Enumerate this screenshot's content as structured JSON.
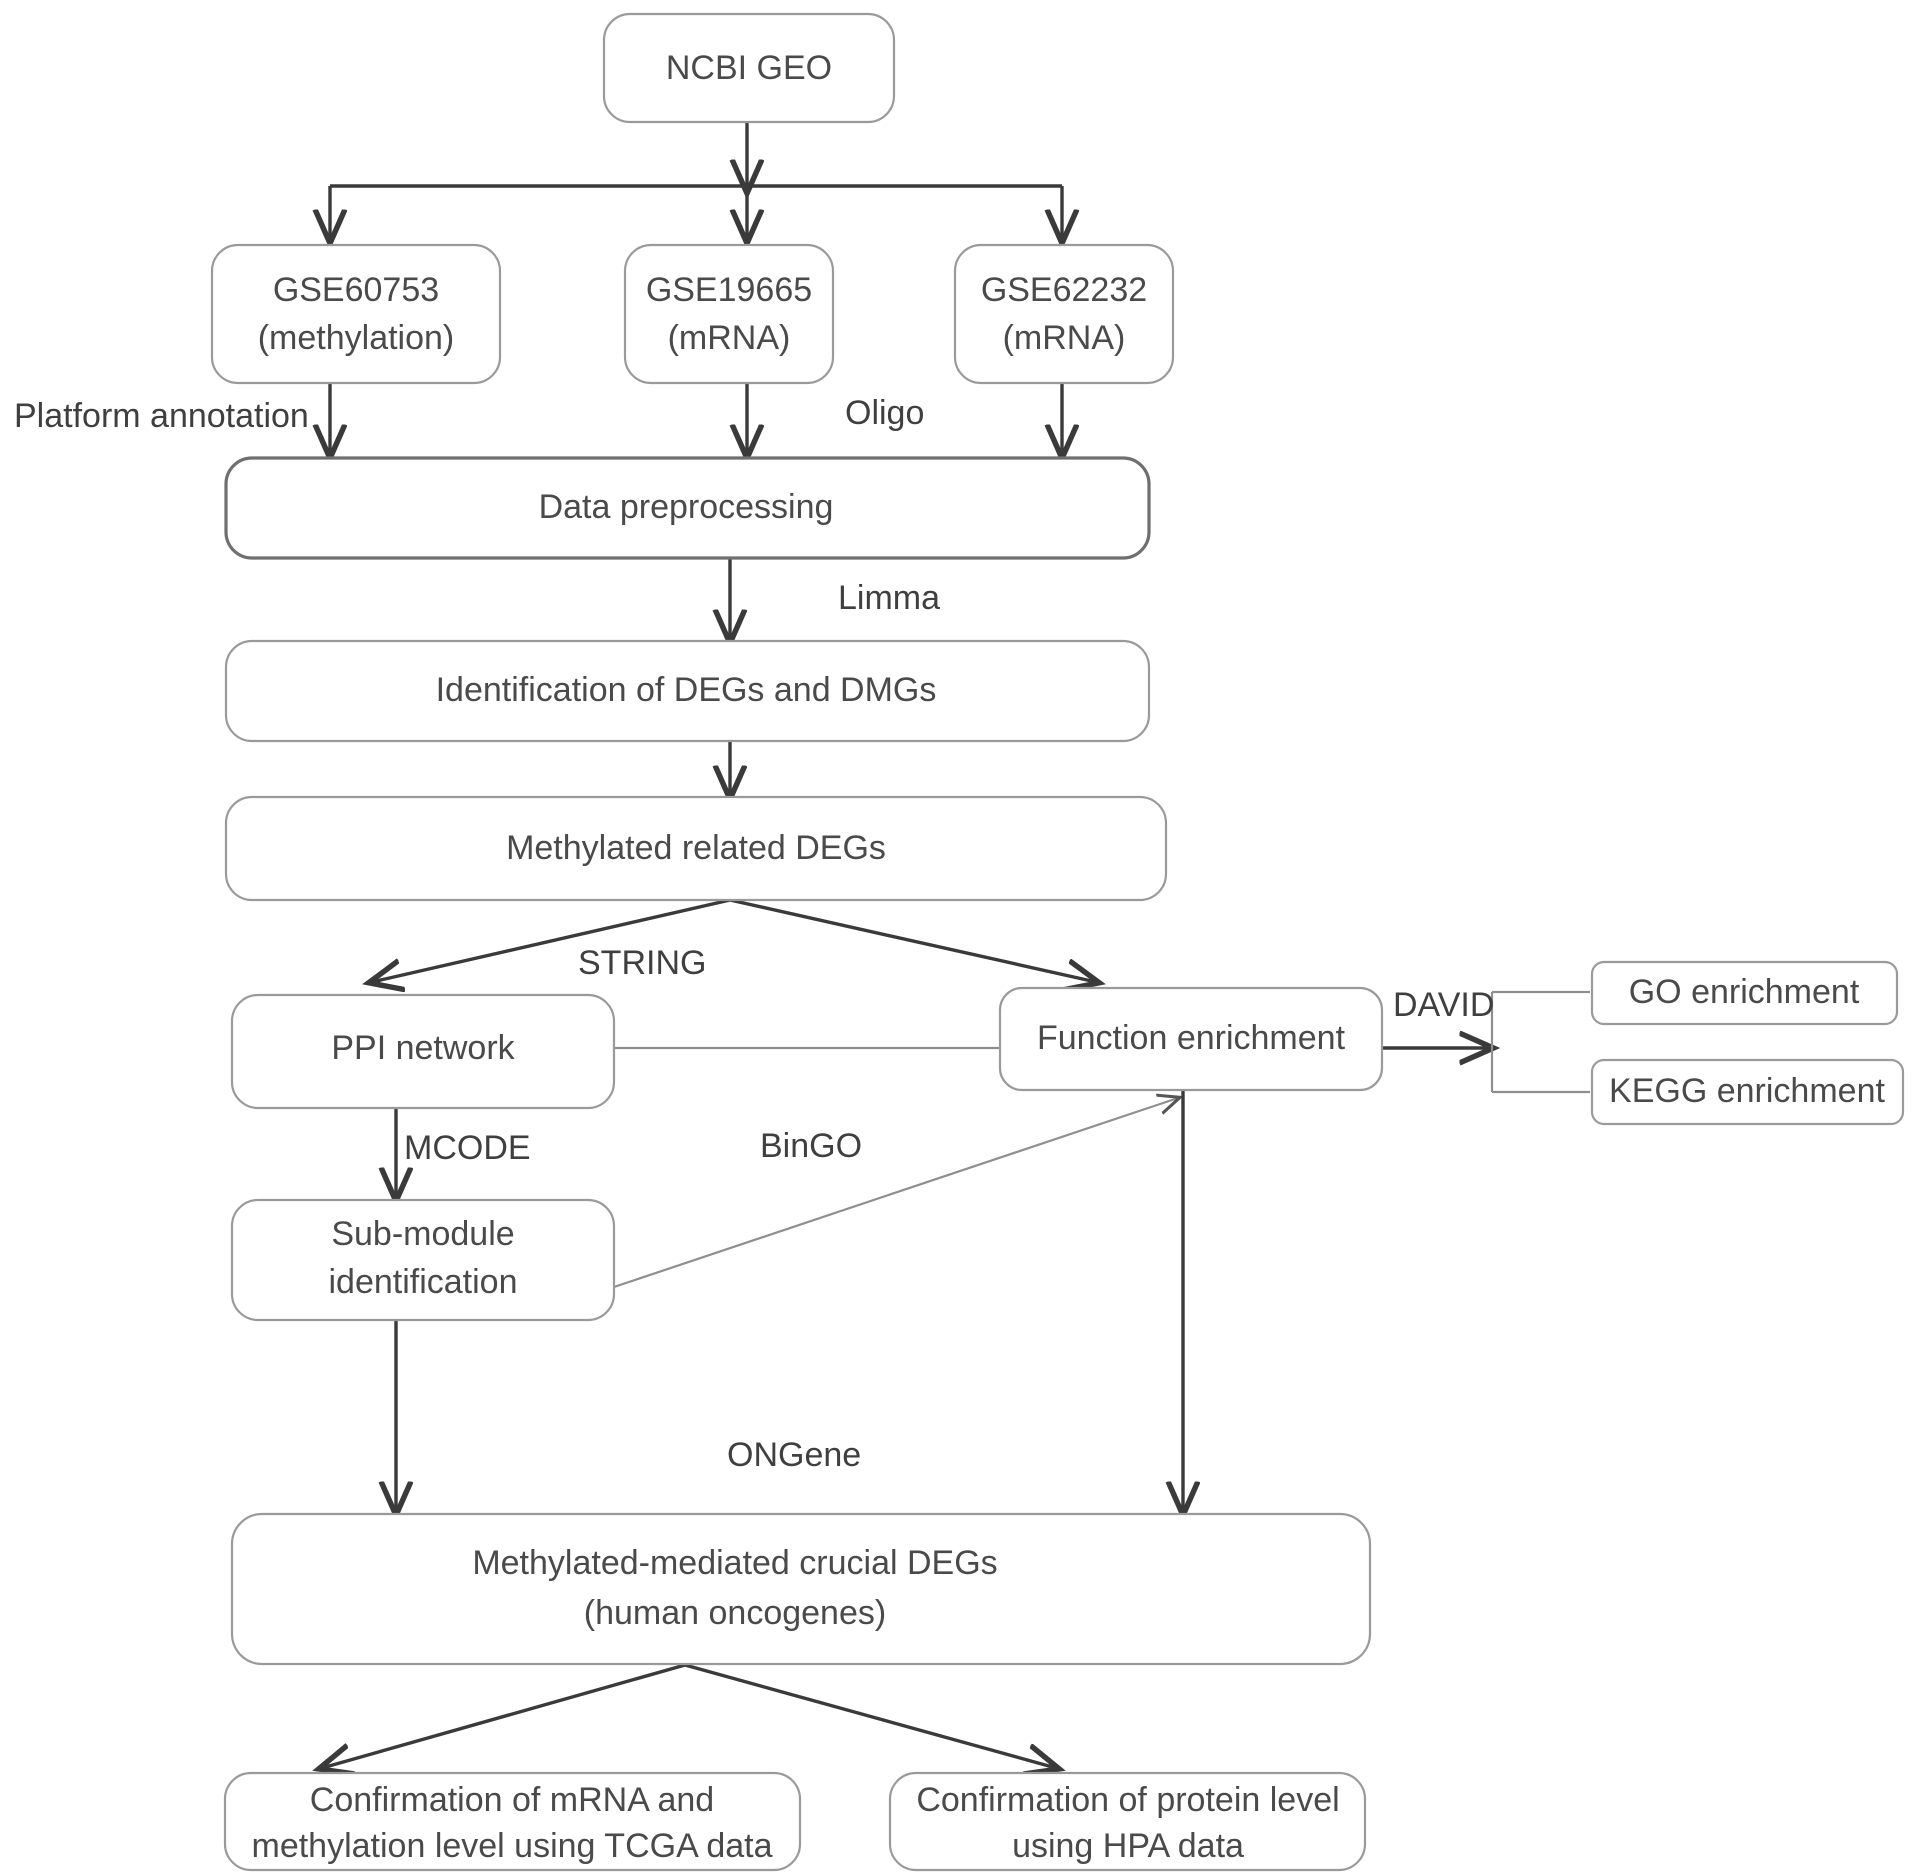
{
  "diagram": {
    "title": "Study workflow flowchart",
    "colors": {
      "node_stroke": "#9a9a9a",
      "node_stroke_thick": "#6f6f6f",
      "text": "#4a4a4a",
      "connector": "#555555",
      "background": "#ffffff"
    },
    "nodes": {
      "source": "NCBI GEO",
      "dataset1_line1": "GSE60753",
      "dataset1_line2": "(methylation)",
      "dataset2_line1": "GSE19665",
      "dataset2_line2": "(mRNA)",
      "dataset3_line1": "GSE62232",
      "dataset3_line2": "(mRNA)",
      "preprocessing": "Data preprocessing",
      "identification": "Identification of DEGs and DMGs",
      "methylated_degs": "Methylated related DEGs",
      "ppi_network": "PPI network",
      "function_enrichment": "Function enrichment",
      "go_enrichment": "GO enrichment",
      "kegg_enrichment": "KEGG enrichment",
      "submodule_line1": "Sub-module",
      "submodule_line2": "identification",
      "crucial_degs_line1": "Methylated-mediated crucial DEGs",
      "crucial_degs_line2": "(human oncogenes)",
      "confirm_mrna_line1": "Confirmation of mRNA and",
      "confirm_mrna_line2": "methylation level using TCGA data",
      "confirm_protein_line1": "Confirmation of protein level",
      "confirm_protein_line2": "using HPA data"
    },
    "edge_labels": {
      "platform_annotation": "Platform annotation",
      "oligo": "Oligo",
      "limma": "Limma",
      "string": "STRING",
      "david": "DAVID",
      "mcode": "MCODE",
      "bingo": "BinGO",
      "ongene": "ONGene"
    }
  }
}
